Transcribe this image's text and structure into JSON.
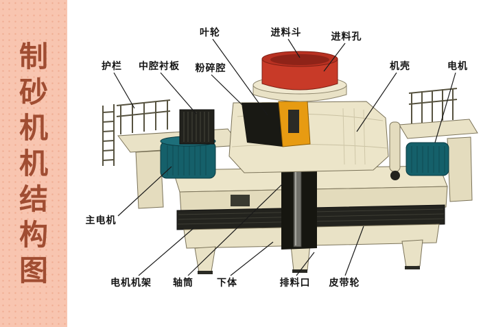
{
  "sidebar": {
    "title": "制砂机机结构图",
    "chars": [
      "制",
      "砂",
      "机",
      "机",
      "结",
      "构",
      "图"
    ],
    "bg_color": "#f8c5b0",
    "text_color": "#a04d32"
  },
  "diagram": {
    "machine_colors": {
      "body_cream": "#ece5c9",
      "hopper_red": "#c83a28",
      "motor_teal": "#15606a",
      "impeller_orange": "#e79b12",
      "dark_parts": "#22221d"
    },
    "labels": [
      {
        "id": "impeller",
        "text": "叶轮"
      },
      {
        "id": "feed-hopper",
        "text": "进料斗"
      },
      {
        "id": "feed-hole",
        "text": "进料孔"
      },
      {
        "id": "guardrail",
        "text": "护栏"
      },
      {
        "id": "cavity-liner",
        "text": "中腔衬板"
      },
      {
        "id": "crushing-chamber",
        "text": "粉碎腔"
      },
      {
        "id": "casing",
        "text": "机壳"
      },
      {
        "id": "motor",
        "text": "电机"
      },
      {
        "id": "main-motor",
        "text": "主电机"
      },
      {
        "id": "motor-frame",
        "text": "电机机架"
      },
      {
        "id": "shaft-tube",
        "text": "轴筒"
      },
      {
        "id": "lower-body",
        "text": "下体"
      },
      {
        "id": "discharge-port",
        "text": "排料口"
      },
      {
        "id": "belt-pulley",
        "text": "皮带轮"
      }
    ]
  }
}
